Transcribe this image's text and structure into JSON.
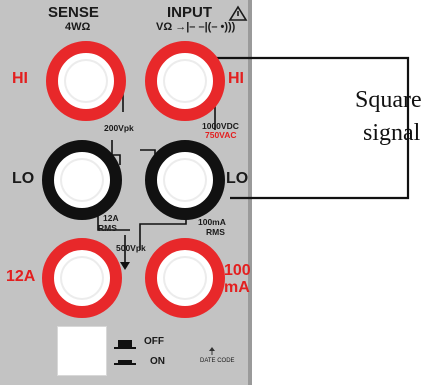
{
  "panel": {
    "sense_title": "SENSE",
    "sense_sub": "4WΩ",
    "input_title": "INPUT",
    "input_warning_icon": "warning-triangle-icon",
    "input_modes": "VΩ →|– –|(– •)))",
    "hi_left": "HI",
    "hi_right": "HI",
    "lo_left": "LO",
    "lo_right": "LO",
    "rating_200vpk": "200Vpk",
    "rating_1000vdc": "1000VDC",
    "rating_750vac": "750VAC",
    "rating_12a": "12A",
    "rating_12a_rms": "RMS",
    "rating_500vpk": "500Vpk",
    "rating_100ma": "100mA",
    "rating_100ma_rms": "RMS",
    "jack_12a": "12A",
    "jack_100": "100",
    "jack_ma": "mA",
    "off_label": "OFF",
    "on_label": "ON",
    "fuse_label": "DATE CODE",
    "colors": {
      "panel": "#c3c3c3",
      "red": "#e31f1f",
      "black": "#111111"
    }
  },
  "signal": {
    "label_line1": "Square",
    "label_line2": "signal"
  }
}
